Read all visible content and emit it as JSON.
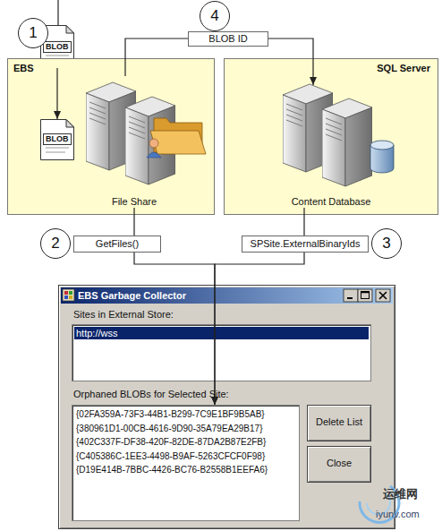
{
  "diagram": {
    "nodes": [
      {
        "text": [
          "BLOB"
        ]
      },
      {
        "text": [
          "EBS"
        ]
      },
      {
        "text": [
          "BLOB"
        ],
        "in": 1
      },
      {
        "text": [
          "File Share"
        ],
        "in": 1
      },
      {
        "text": [
          "SQL Server"
        ]
      },
      {
        "text": [
          "Content Database"
        ],
        "in": 4
      },
      {
        "text": [
          "EBS Garbage Collector"
        ]
      },
      {
        "text": [
          "http://wss"
        ],
        "in": 6
      },
      {
        "text": [
          "{02FA359A-73F3-44B1-B299-7C9E1BF9B5AB}",
          "{380961D1-00CB-4616-9D90-35A79EA29B17}",
          "{402C337F-DF38-420F-82DE-87DA2B87E2FB}",
          "{C405386C-1EE3-4498-B9AF-5263CFCF0F98}",
          "{D19E414B-7BBC-4426-BC76-B2558B1EEFA6}"
        ],
        "in": 6
      },
      {
        "text": [
          "Delete List"
        ],
        "in": 6
      },
      {
        "text": [
          "Close"
        ],
        "in": 6
      }
    ],
    "edges": [
      {
        "from": 0,
        "to": 2,
        "arrow": "to"
      },
      {
        "from": 3,
        "to": 5,
        "label": "BLOB ID",
        "arrow": "to"
      },
      {
        "from": 3,
        "to": 8,
        "label": "GetFiles()",
        "arrow": "to"
      },
      {
        "from": 5,
        "to": 8,
        "label": "SPSite.ExternalBinaryIds",
        "arrow": "to"
      }
    ],
    "labels": [
      "1",
      "4",
      "2",
      "3",
      "Sites in External Store:",
      "Orphaned BLOBs for Selected Site:",
      "运维网",
      "iyunv.com"
    ]
  }
}
